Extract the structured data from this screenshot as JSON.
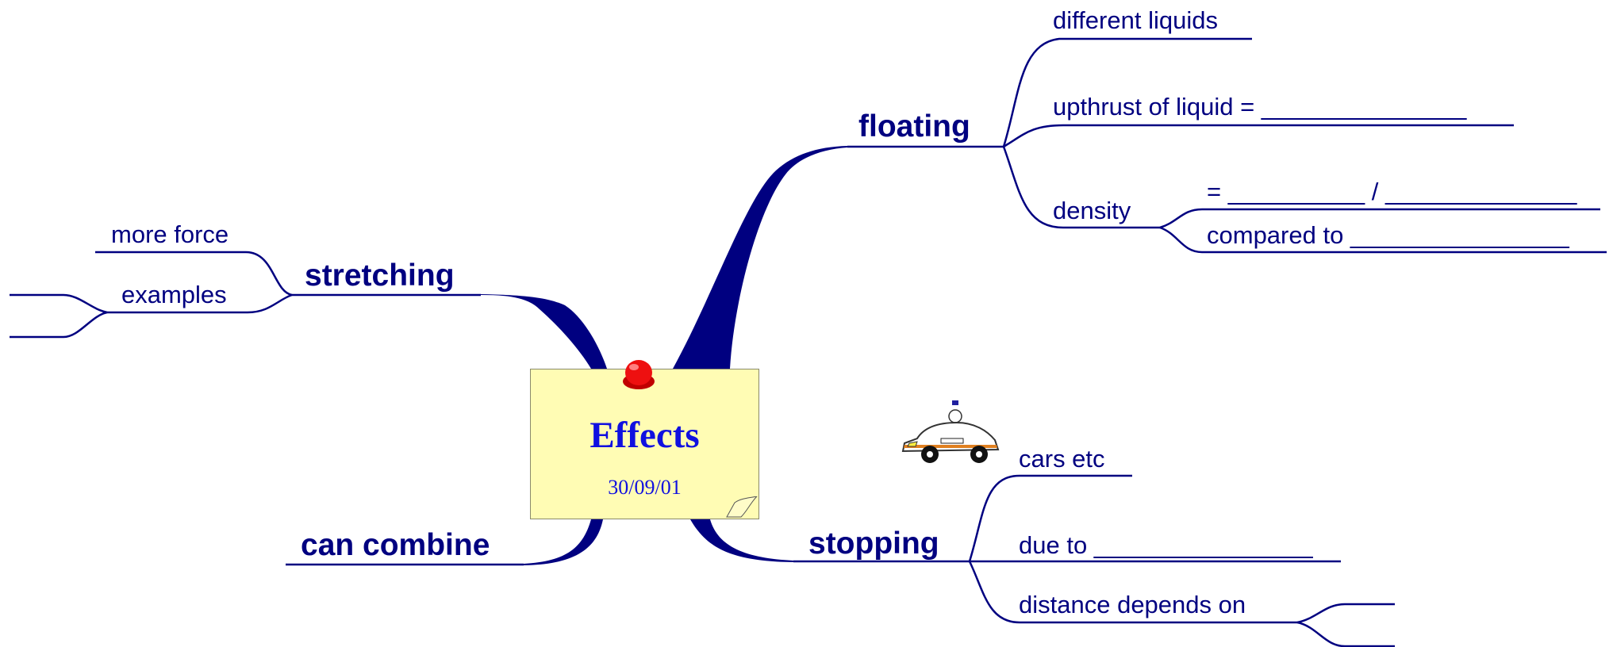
{
  "central": {
    "title": "Effects",
    "date": "30/09/01"
  },
  "branches": {
    "floating": {
      "label": "floating",
      "children": {
        "different_liquids": "different liquids",
        "upthrust": "upthrust of liquid = _______________",
        "density": "density",
        "density_children": {
          "formula": "= __________ / ______________",
          "compared": "compared to ________________"
        }
      }
    },
    "stretching": {
      "label": "stretching",
      "children": {
        "more_force": "more force",
        "examples": "examples"
      }
    },
    "can_combine": {
      "label": "can combine"
    },
    "stopping": {
      "label": "stopping",
      "children": {
        "cars": "cars etc",
        "due_to": "due to ________________",
        "distance": "distance depends on"
      }
    }
  },
  "colors": {
    "line": "#000080",
    "note": "#fffcb4",
    "title": "#1010e0",
    "pin": "#e00000"
  },
  "icons": {
    "pin": "pushpin-icon",
    "car": "police-car-icon",
    "fold": "page-curl-icon"
  }
}
